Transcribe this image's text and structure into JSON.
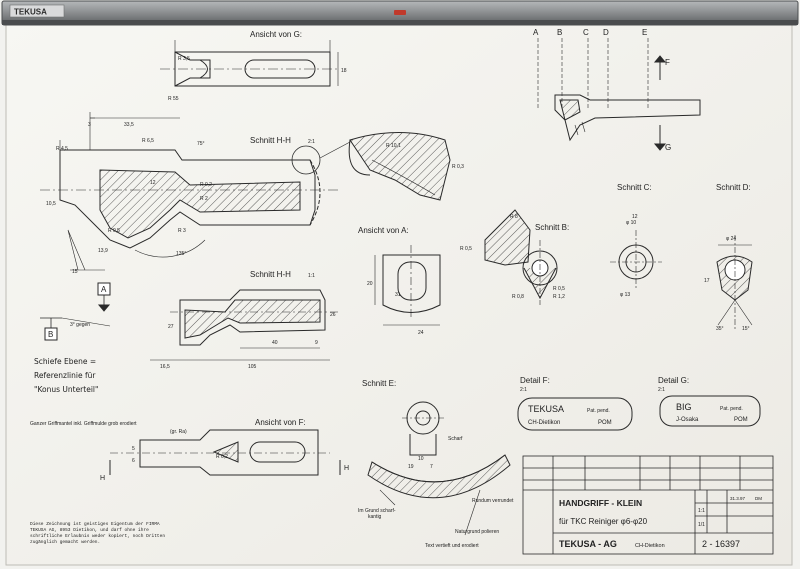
{
  "rail": {
    "brand": "TEKUSA"
  },
  "views": {
    "ansicht_g": "Ansicht von G:",
    "schnitt_hh_top": "Schnitt H-H",
    "schnitt_hh_top_scale": "2:1",
    "ansicht_a": "Ansicht von A:",
    "schnitt_b": "Schnitt B:",
    "schnitt_c": "Schnitt C:",
    "schnitt_d": "Schnitt D:",
    "schnitt_hh_mid": "Schnitt H-H",
    "schnitt_hh_mid_scale": "1:1",
    "ansicht_f": "Ansicht von F:",
    "schnitt_e": "Schnitt E:",
    "detail_f": "Detail F:",
    "detail_f_scale": "2:1",
    "detail_g": "Detail G:",
    "detail_g_scale": "2:1"
  },
  "labels": {
    "datum_a": "A",
    "datum_b": "B",
    "schiefe_1": "Schiefe Ebene =",
    "schiefe_2": "Referenzlinie für",
    "schiefe_3": "\"Konus Unterteil\"",
    "griff_note": "Ganzer Griffmantel inkl. Griffmulde grob erodiert",
    "griff_note_2": "(gr. Ra) ",
    "footer_note_1": "Diese Zeichnung ist geistiges Eigentum der FIRMA",
    "footer_note_2": "TEKUSA AG, 8953 Dietikon, und darf ohne ihre",
    "footer_note_3": "schriftliche Erlaubnis weder kopiert, noch Dritten",
    "footer_note_4": "zugänglich gemacht werden.",
    "ann_schleif": "Im Grund scharf-",
    "ann_schleif_2": "kantig",
    "ann_rundum": "Rundum verrundet",
    "ann_naturgrund": "Naturgrund polieren",
    "ann_text": "Text vertieft und erodiert",
    "ann_scharf": "Scharf",
    "view_letters": [
      "A",
      "B",
      "C",
      "D",
      "E"
    ],
    "arrow_f": "F",
    "arrow_g": "G",
    "letter_h": "H",
    "letter_h2": "H"
  },
  "dims": {
    "d_33_5": "33,5",
    "d_3": "3",
    "d_r6_5": "R 6,5",
    "d_r4_5": "R 4,5",
    "d_75": "75°",
    "d_r2": "R 2",
    "d_r0_2": "R 0,2",
    "d_10_5": "10,5",
    "d_12": "12",
    "d_15": "15",
    "d_13_9": "13,9",
    "d_r0_5": "R 0,5",
    "d_r3": "R 3",
    "d_135": "135°",
    "d_r10_1": "R 10,1",
    "d_30": "3° gegen",
    "d_r3_5": "R 3,5",
    "d_r_55": "R 55",
    "d_18": "18",
    "d_r0_3": "R 0,3",
    "d_24": "24",
    "d_20": "20",
    "d_27": "27",
    "d_165": "16,5",
    "d_105": "105",
    "d_40": "40",
    "d_9": "9",
    "d_26": "26",
    "d_31": "31",
    "d_10": "10",
    "d_phi24": "φ 24",
    "d_17": "17",
    "d_35": "35°",
    "d_15deg": "15°",
    "d_12b": "12",
    "d_r0_5b": "R 0,5",
    "d_r0_8": "R 0,8",
    "d_r8": "R 8",
    "d_r05b": "R 0,5",
    "d_r12": "R 1,2",
    "d_phi10": "φ 10",
    "d_phi13": "φ 13",
    "d_s1": "5",
    "d_s2": "6",
    "d_7": "7",
    "d_19": "19",
    "d_r0_2b": "R 0,2"
  },
  "stamps": {
    "f_line1": "TEKUSA",
    "f_line1b": "Pat. pend.",
    "f_line2": "CH-Dietikon",
    "f_line2b": "POM",
    "g_line1": "BIG",
    "g_line1b": "Pat. pend.",
    "g_line2": "J-Osaka",
    "g_line2b": "POM"
  },
  "title_block": {
    "name_1": "HANDGRIFF - KLEIN",
    "name_2": "für TKC Reiniger φ6-φ20",
    "company": "TEKUSA - AG",
    "city": "CH-Dietikon",
    "drawing_no": "2 - 16397",
    "scale": "1:1",
    "sheet": "1/1",
    "date": "31.3.97",
    "drawn_by": "DM"
  }
}
